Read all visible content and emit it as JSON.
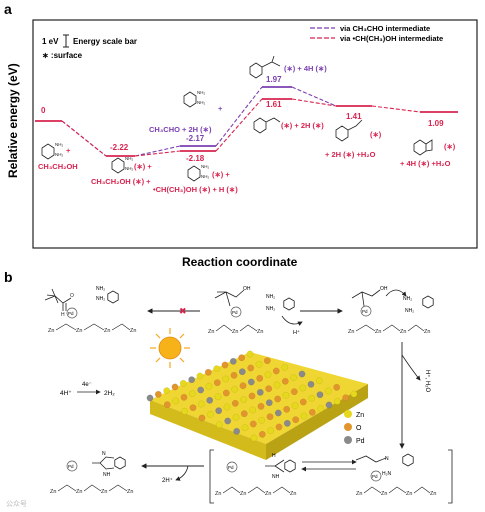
{
  "panel_a": {
    "label": "a",
    "y_axis_label": "Relative energy (eV)",
    "x_axis_label": "Reaction coordinate",
    "scale_bar_value": "1 eV",
    "scale_bar_label": "Energy scale bar",
    "surface_note": "∗ :surface",
    "legend": [
      {
        "label": "via CH₃CHO intermediate",
        "color": "#7b3fb0"
      },
      {
        "label": "via •CH(CH₃)OH intermediate",
        "color": "#d8244f"
      }
    ],
    "levels": [
      {
        "energy": "0",
        "species": [
          "+",
          "CH₃CH₂OH"
        ],
        "color": "#d8244f"
      },
      {
        "energy": "-2.22",
        "species": [
          "(∗) +",
          "CH₃CH₂OH (∗) +"
        ],
        "color": "#d8244f"
      },
      {
        "energy": "-2.17",
        "species": [
          "CH₃CHO + 2H (∗)"
        ],
        "color": "#7b3fb0",
        "prefix": "+"
      },
      {
        "energy": "-2.18",
        "species": [
          "(∗) +",
          "•CH(CH₃)OH (∗) + H (∗)"
        ],
        "color": "#d8244f"
      },
      {
        "energy": "1.97",
        "species": [
          "(∗) + 4H (∗)"
        ],
        "color": "#7b3fb0"
      },
      {
        "energy": "1.61",
        "species": [
          "(∗) + 2H (∗)"
        ],
        "color": "#d8244f"
      },
      {
        "energy": "1.41",
        "species": [
          "(∗)",
          "+ 2H (∗) +H₂O"
        ],
        "color": "#d8244f"
      },
      {
        "energy": "1.09",
        "species": [
          "(∗)",
          "+ 4H (∗) +H₂O"
        ],
        "color": "#d8244f"
      }
    ]
  },
  "panel_b": {
    "label": "b",
    "chem": {
      "nh2": "NH₂",
      "h2n": "H₂N",
      "n": "N",
      "nh": "NH",
      "oh": "OH",
      "h": "H",
      "o": "O",
      "hplus": "H⁺",
      "pd": "Pd",
      "zn": "Zn"
    },
    "hydrogen_reaction": [
      "4H⁺",
      "4e⁻",
      "2H₂"
    ],
    "side_release_right": "H⁺, H₂O",
    "side_release_left": "2H⁺",
    "catalyst_legend": [
      {
        "label": "Zn",
        "color": "#e6d81c"
      },
      {
        "label": "O",
        "color": "#e2952d"
      },
      {
        "label": "Pd",
        "color": "#8a8a8a"
      }
    ],
    "cross_mark": "✖"
  },
  "watermark": "公众号"
}
